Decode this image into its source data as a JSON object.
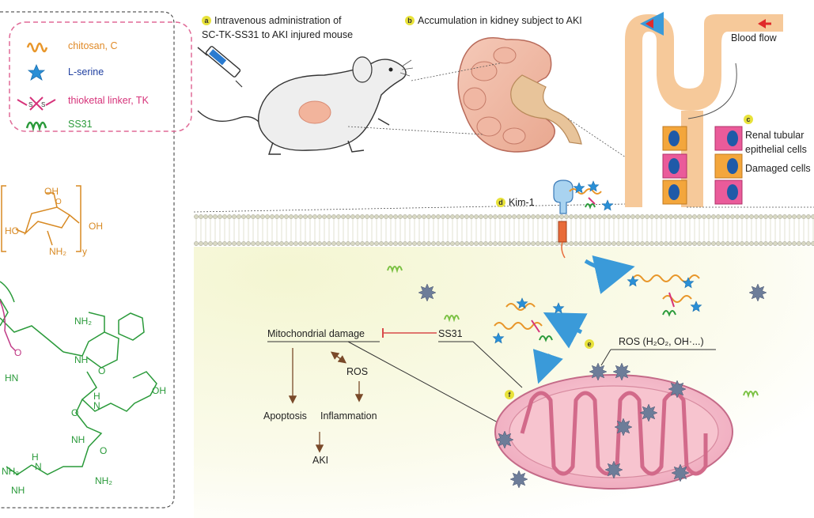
{
  "legend": {
    "chitosan": "chitosan, C",
    "serine": "L-serine",
    "tk": "thioketal linker, TK",
    "ss31": "SS31",
    "s_atom": "S"
  },
  "structure": {
    "oh": "OH",
    "ho": "HO",
    "nh2": "NH₂",
    "o": "O",
    "y": "y",
    "hn": "HN",
    "h": "H",
    "n": "N",
    "nh": "NH"
  },
  "steps": {
    "a": {
      "badge": "a",
      "line1": "Intravenous administration of",
      "line2": "SC-TK-SS31 to AKI injured mouse"
    },
    "b": {
      "badge": "b",
      "label": "Accumulation in kidney subject to AKI"
    },
    "c": {
      "badge": "c",
      "label1": "Renal tubular",
      "label2": "epithelial cells",
      "label3": "Damaged cells"
    },
    "d": {
      "badge": "d",
      "label": "Kim-1"
    },
    "e": {
      "badge": "e",
      "label": "ROS (H₂O₂, OH·...)"
    },
    "f": {
      "badge": "f"
    }
  },
  "blood_flow": "Blood flow",
  "pathway": {
    "mito_damage": "Mitochondrial damage",
    "ss31": "SS31",
    "ros": "ROS",
    "apoptosis": "Apoptosis",
    "inflammation": "Inflammation",
    "aki": "AKI"
  },
  "colors": {
    "chitosan": "#e8962a",
    "serine": "#2a8fd6",
    "tk": "#d6337a",
    "ss31": "#2a9a3a",
    "tubule": "#f6c99a",
    "cell_orange": "#f3a63c",
    "cell_pink": "#ea5b9a",
    "nucleus": "#1f5aa8",
    "mito_outer": "#e79ab0",
    "ros": "#6d7d99"
  }
}
